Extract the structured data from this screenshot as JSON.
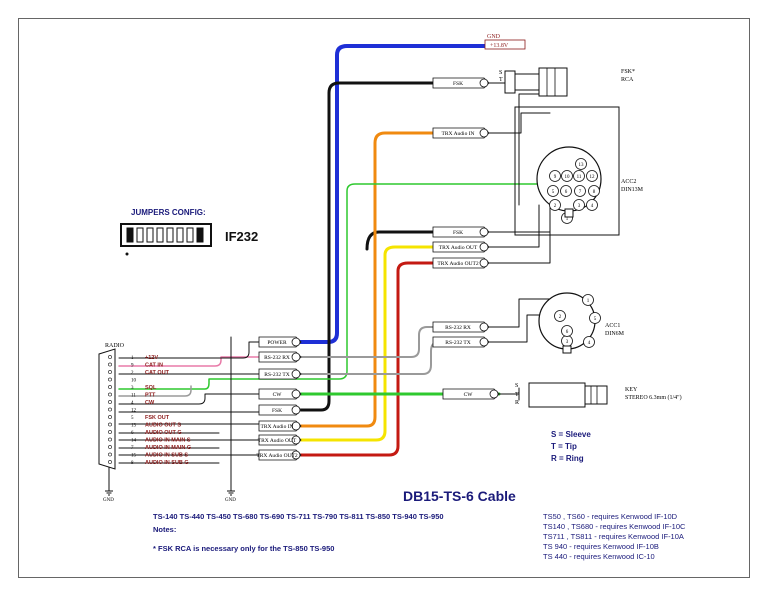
{
  "gnd_top": {
    "line1": "GND",
    "line2": "+13.8V"
  },
  "fsk_connector": {
    "label": "FSK",
    "s": "S",
    "t": "T",
    "name1": "FSK*",
    "name2": "RCA"
  },
  "acc2": {
    "lines": [
      "TRX Audio IN",
      "FSK",
      "TRX Audio OUT",
      "TRX Audio OUT2"
    ],
    "name1": "ACC2",
    "name2": "DIN13M",
    "pins": [
      "1",
      "2",
      "3",
      "4",
      "5",
      "6",
      "7",
      "8",
      "9",
      "10",
      "11",
      "12",
      "13"
    ]
  },
  "acc1": {
    "lines": [
      "RS-232 RX",
      "RS-232 TX"
    ],
    "name1": "ACC1",
    "name2": "DIN6M",
    "pins": [
      "1",
      "2",
      "3",
      "4",
      "5",
      "6"
    ]
  },
  "key": {
    "label": "CW",
    "s": "S",
    "t": "T",
    "r": "R",
    "name1": "KEY",
    "name2": "STEREO 6.3mm (1/4\")"
  },
  "jumpers": {
    "title": "JUMPERS CONFIG:",
    "label": "IF232"
  },
  "radio": {
    "title": "RADIO",
    "pins": [
      "1",
      "9",
      "2",
      "10",
      "3",
      "11",
      "4",
      "12",
      "5",
      "13",
      "6",
      "14",
      "7",
      "15",
      "8"
    ],
    "signals": [
      "+12V",
      "CAT IN",
      "CAT OUT",
      "",
      "SQL",
      "PTT",
      "CW",
      "",
      "FSK OUT",
      "AUDIO OUT S",
      "AUDIO OUT G",
      "AUDIO IN MAIN S",
      "AUDIO IN MAIN G",
      "AUDIO IN SUB S",
      "AUDIO IN SUB G"
    ]
  },
  "radio_boxes": [
    "POWER",
    "RS-232 RX",
    "RS-232 TX",
    "CW",
    "FSK",
    "TRX Audio IN",
    "TRX Audio OUT",
    "TRX Audio OUT2"
  ],
  "gnd_bottom": [
    "GND",
    "GND"
  ],
  "legend": [
    "S = Sleeve",
    "T = Tip",
    "R = Ring"
  ],
  "title": "DB15-TS-6 Cable",
  "models": "TS-140 TS-440 TS-450 TS-680 TS-690 TS-711 TS-790 TS-811 TS-850 TS-940 TS-950",
  "notes_title": "Notes:",
  "note": "* FSK RCA is necessary only for the TS-850 TS-950",
  "requirements": [
    "TS50 , TS60 - requires Kenwood IF-10D",
    "TS140 , TS680 - requires Kenwood IF-10C",
    "TS711 , TS811 - requires Kenwood IF-10A",
    "TS 940 - requires Kenwood IF-10B",
    "TS 440 - requires Kenwood IC-10"
  ],
  "colors": {
    "blue": "#1e2fd6",
    "black": "#111111",
    "orange": "#f08a10",
    "yellow": "#f5e400",
    "red": "#c41a12",
    "green": "#2fc92f",
    "gray": "#9a9a9a",
    "pink": "#e87aa8",
    "label_red": "#8b1a1a",
    "navy": "#1a1a7a"
  }
}
